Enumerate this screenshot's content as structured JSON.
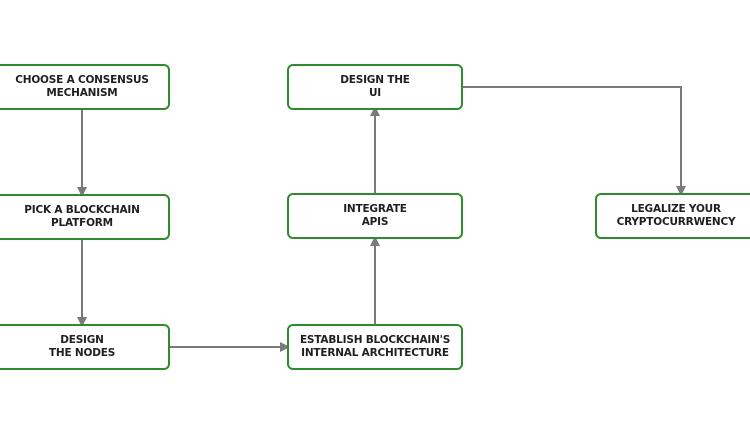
{
  "colors": {
    "node_border": "#2e8b2e",
    "connector": "#7a7a7a",
    "text": "#1f1f1f",
    "background": "#ffffff"
  },
  "nodes": {
    "choose_consensus": {
      "line1": "CHOOSE A CONSENSUS",
      "line2": "MECHANISM"
    },
    "pick_platform": {
      "line1": "PICK A BLOCKCHAIN",
      "line2": "PLATFORM"
    },
    "design_nodes": {
      "line1": "DESIGN",
      "line2": "THE NODES"
    },
    "establish_architecture": {
      "line1": "ESTABLISH BLOCKCHAIN'S",
      "line2": "INTERNAL ARCHITECTURE"
    },
    "integrate_apis": {
      "line1": "INTEGRATE",
      "line2": "APIS"
    },
    "design_ui": {
      "line1": "DESIGN THE",
      "line2": "UI"
    },
    "legalize": {
      "line1": "LEGALIZE YOUR",
      "line2": "CRYPTOCURRWENCY"
    }
  }
}
